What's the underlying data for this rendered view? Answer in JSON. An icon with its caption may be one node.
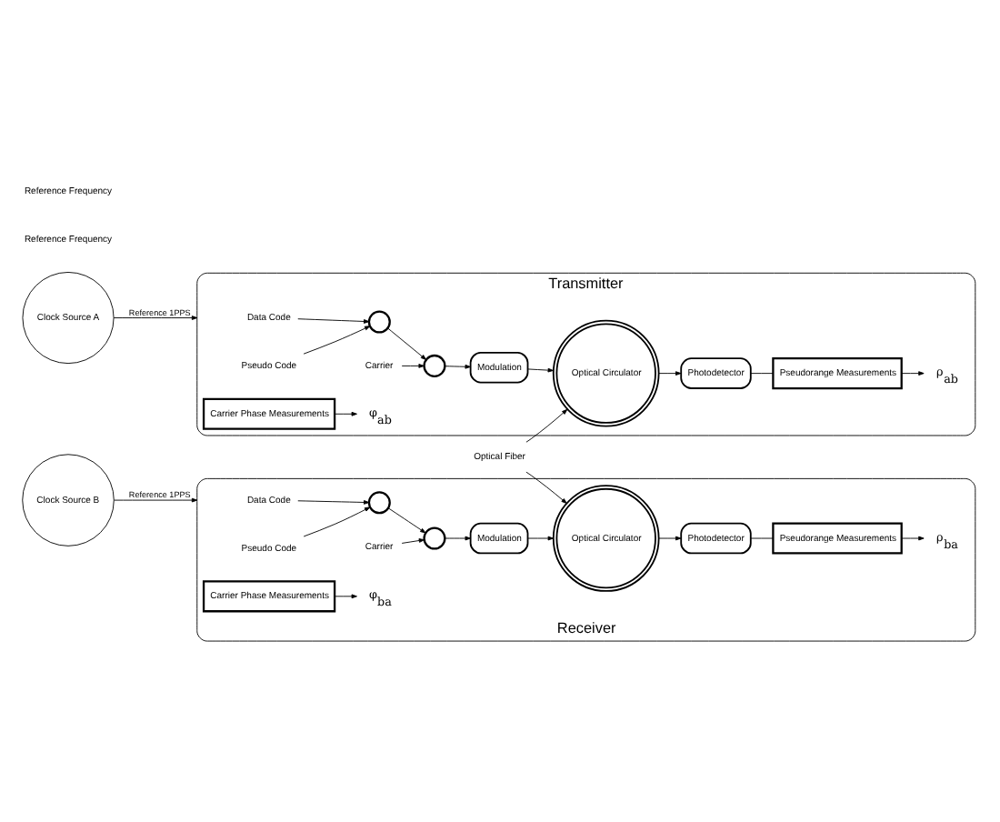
{
  "diagram": {
    "nodes": [
      {
        "text": [
          "Transmitter"
        ]
      },
      {
        "text": [
          "Clock Source A"
        ]
      },
      {
        "text": [
          "Data Code"
        ],
        "in": 0
      },
      {
        "text": [
          "Pseudo Code"
        ],
        "in": 0
      },
      {
        "text": [],
        "shape": "circle",
        "in": 0
      },
      {
        "text": [
          "Carrier"
        ],
        "in": 0
      },
      {
        "text": [],
        "shape": "circle",
        "in": 0
      },
      {
        "text": [
          "Modulation"
        ],
        "in": 0
      },
      {
        "text": [
          "Optical Circulator"
        ],
        "in": 0
      },
      {
        "text": [
          "Photodetector"
        ],
        "in": 0
      },
      {
        "text": [
          "Pseudorange Measurements"
        ],
        "in": 0
      },
      {
        "text": [
          "Carrier Phase Measurements"
        ],
        "in": 0
      },
      {
        "text": [
          "ρ$_{ab}$"
        ],
        "in": 0
      },
      {
        "text": [
          "φ$_{ab}$"
        ],
        "in": 0
      },
      {
        "text": [
          "Optical Fiber"
        ]
      },
      {
        "text": [
          "Receiver"
        ]
      },
      {
        "text": [
          "Clock Source B"
        ]
      },
      {
        "text": [
          "Data Code"
        ],
        "in": 15
      },
      {
        "text": [
          "Pseudo Code"
        ],
        "in": 15
      },
      {
        "text": [],
        "shape": "circle",
        "in": 15
      },
      {
        "text": [
          "Carrier"
        ],
        "in": 15
      },
      {
        "text": [],
        "shape": "circle",
        "in": 15
      },
      {
        "text": [
          "Modulation"
        ],
        "in": 15
      },
      {
        "text": [
          "Optical Circulator"
        ],
        "in": 15
      },
      {
        "text": [
          "Photodetector"
        ],
        "in": 15
      },
      {
        "text": [
          "Pseudorange Measurements"
        ],
        "in": 15
      },
      {
        "text": [
          "Carrier Phase Measurements"
        ],
        "in": 15
      },
      {
        "text": [
          "ρ$_{ba}$"
        ],
        "in": 15
      },
      {
        "text": [
          "φ$_{ba}$"
        ],
        "in": 15
      }
    ],
    "edges": [
      {
        "from": 1,
        "to": 0,
        "arrow": "to",
        "label": "Reference 1PPS"
      },
      {
        "from": 2,
        "to": 4,
        "arrow": "to"
      },
      {
        "from": 3,
        "to": 4,
        "arrow": "to"
      },
      {
        "from": 4,
        "to": 6,
        "arrow": "to"
      },
      {
        "from": 5,
        "to": 6,
        "arrow": "to"
      },
      {
        "from": 6,
        "to": 7,
        "arrow": "to"
      },
      {
        "from": 7,
        "to": 8,
        "arrow": "to"
      },
      {
        "from": 8,
        "to": 9,
        "arrow": "to"
      },
      {
        "from": 9,
        "to": 10,
        "arrow": "none"
      },
      {
        "from": 10,
        "to": 12,
        "arrow": "to"
      },
      {
        "from": 11,
        "to": 13,
        "arrow": "to"
      },
      {
        "from": 14,
        "to": 8,
        "arrow": "to"
      },
      {
        "from": 14,
        "to": 23,
        "arrow": "to"
      },
      {
        "from": 16,
        "to": 15,
        "arrow": "to",
        "label": "Reference 1PPS"
      },
      {
        "from": 17,
        "to": 19,
        "arrow": "to"
      },
      {
        "from": 18,
        "to": 19,
        "arrow": "to"
      },
      {
        "from": 19,
        "to": 21,
        "arrow": "to"
      },
      {
        "from": 20,
        "to": 21,
        "arrow": "to"
      },
      {
        "from": 21,
        "to": 22,
        "arrow": "to"
      },
      {
        "from": 22,
        "to": 23,
        "arrow": "to"
      },
      {
        "from": 23,
        "to": 24,
        "arrow": "to"
      },
      {
        "from": 24,
        "to": 25,
        "arrow": "none"
      },
      {
        "from": 25,
        "to": 27,
        "arrow": "to"
      },
      {
        "from": 26,
        "to": 28,
        "arrow": "to"
      }
    ],
    "labels": [
      "Reference Frequency",
      "Reference Frequency"
    ]
  }
}
